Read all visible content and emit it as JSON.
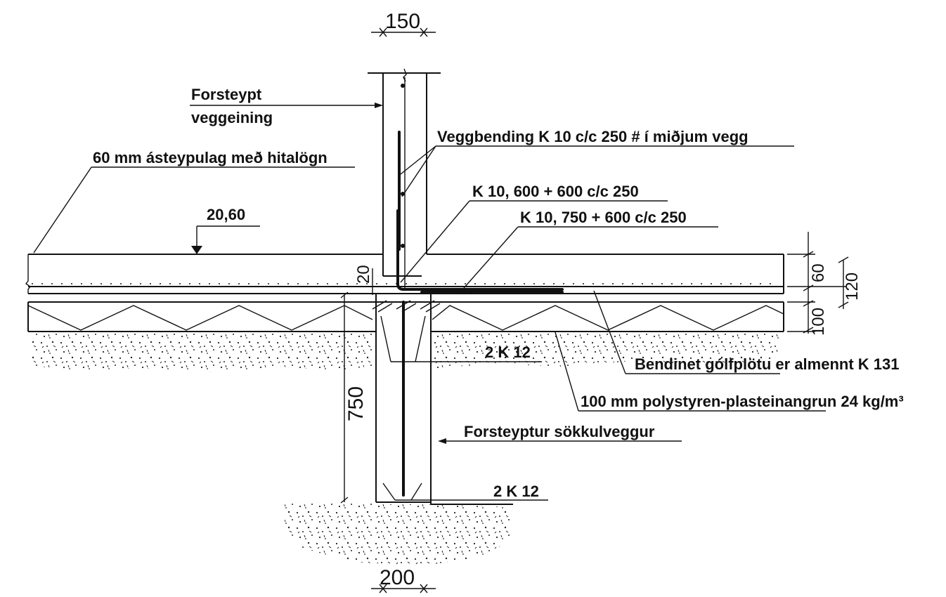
{
  "labels": {
    "forsteypt_line1": "Forsteypt",
    "forsteypt_line2": "veggeining",
    "veggbending": "Veggbending K 10  c/c 250 # í miðjum vegg",
    "astey_pulag": "60 mm ásteypulag með hitalögn",
    "k10_600": "K 10, 600 + 600 c/c 250",
    "k10_750": "K 10, 750 + 600 c/c 250",
    "level": "20,60",
    "two_k12_upper": "2 K 12",
    "bendinet": "Bendinet gólfplötu er almennt K 131",
    "polystyren": "100 mm polystyren-plasteinangrun 24 kg/m³",
    "sokkulveggur": "Forsteyptur sökkulveggur",
    "two_k12_lower": "2 K 12"
  },
  "dimensions": {
    "wall_width": "150",
    "footing_width": "200",
    "depth": "750",
    "slab_20": "20",
    "slab_60": "60",
    "slab_120": "120",
    "insulation_100": "100"
  }
}
